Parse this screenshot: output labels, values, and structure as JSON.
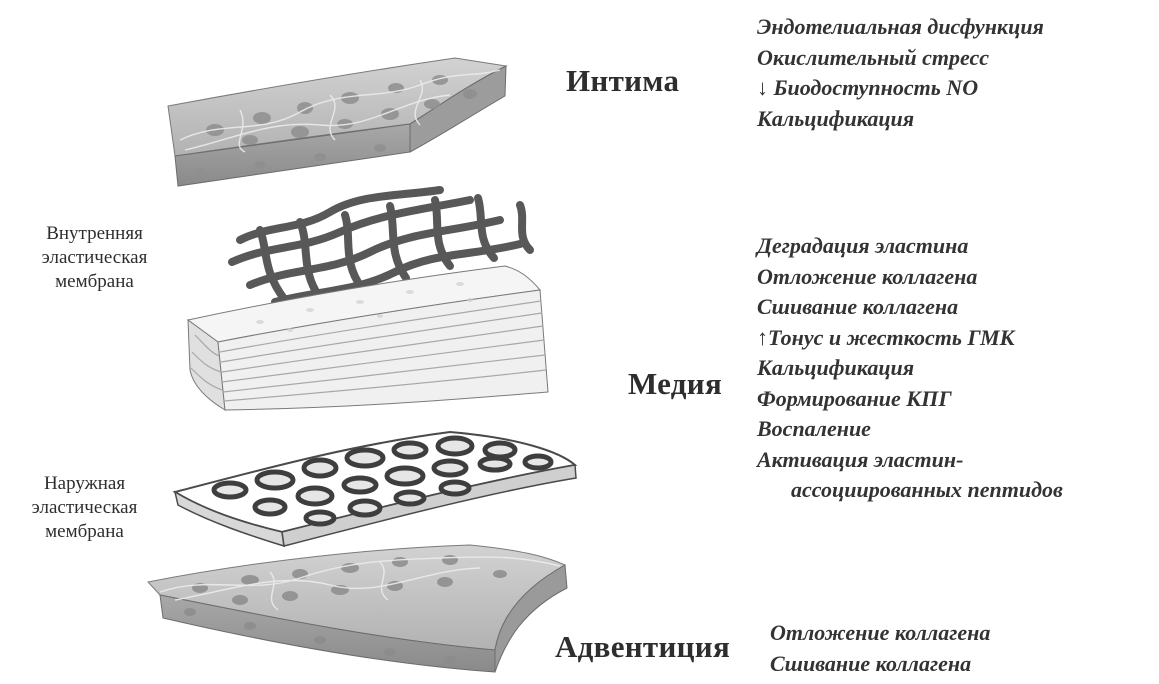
{
  "layers": {
    "intima": "Интима",
    "media": "Медия",
    "adventitia": "Адвентиция"
  },
  "membranes": {
    "internal": [
      "Внутренняя",
      "эластическая",
      "мембрана"
    ],
    "external": [
      "Наружная",
      "эластическая",
      "мембрана"
    ]
  },
  "effects": {
    "intima": [
      "Эндотелиальная дисфункция",
      "Окислительный стресс",
      "↓ Биодоступность NO",
      "Кальцификация"
    ],
    "media": [
      "Деградация эластина",
      "Отложение коллагена",
      "Сшивание коллагена",
      "↑Тонус и жесткость ГМК",
      "Кальцификация",
      "Формирование КПГ",
      "Воспаление",
      "Активация эластин-",
      "ассоциированных пептидов"
    ],
    "adventitia": [
      "Отложение коллагена",
      "Сшивание коллагена"
    ]
  },
  "colors": {
    "tissue": "#bdbdbd",
    "tissue_dark": "#8d8d8d",
    "fiber": "#5c5c5c",
    "media_layer": "#f2f2f2",
    "text": "#2e2e2e"
  }
}
